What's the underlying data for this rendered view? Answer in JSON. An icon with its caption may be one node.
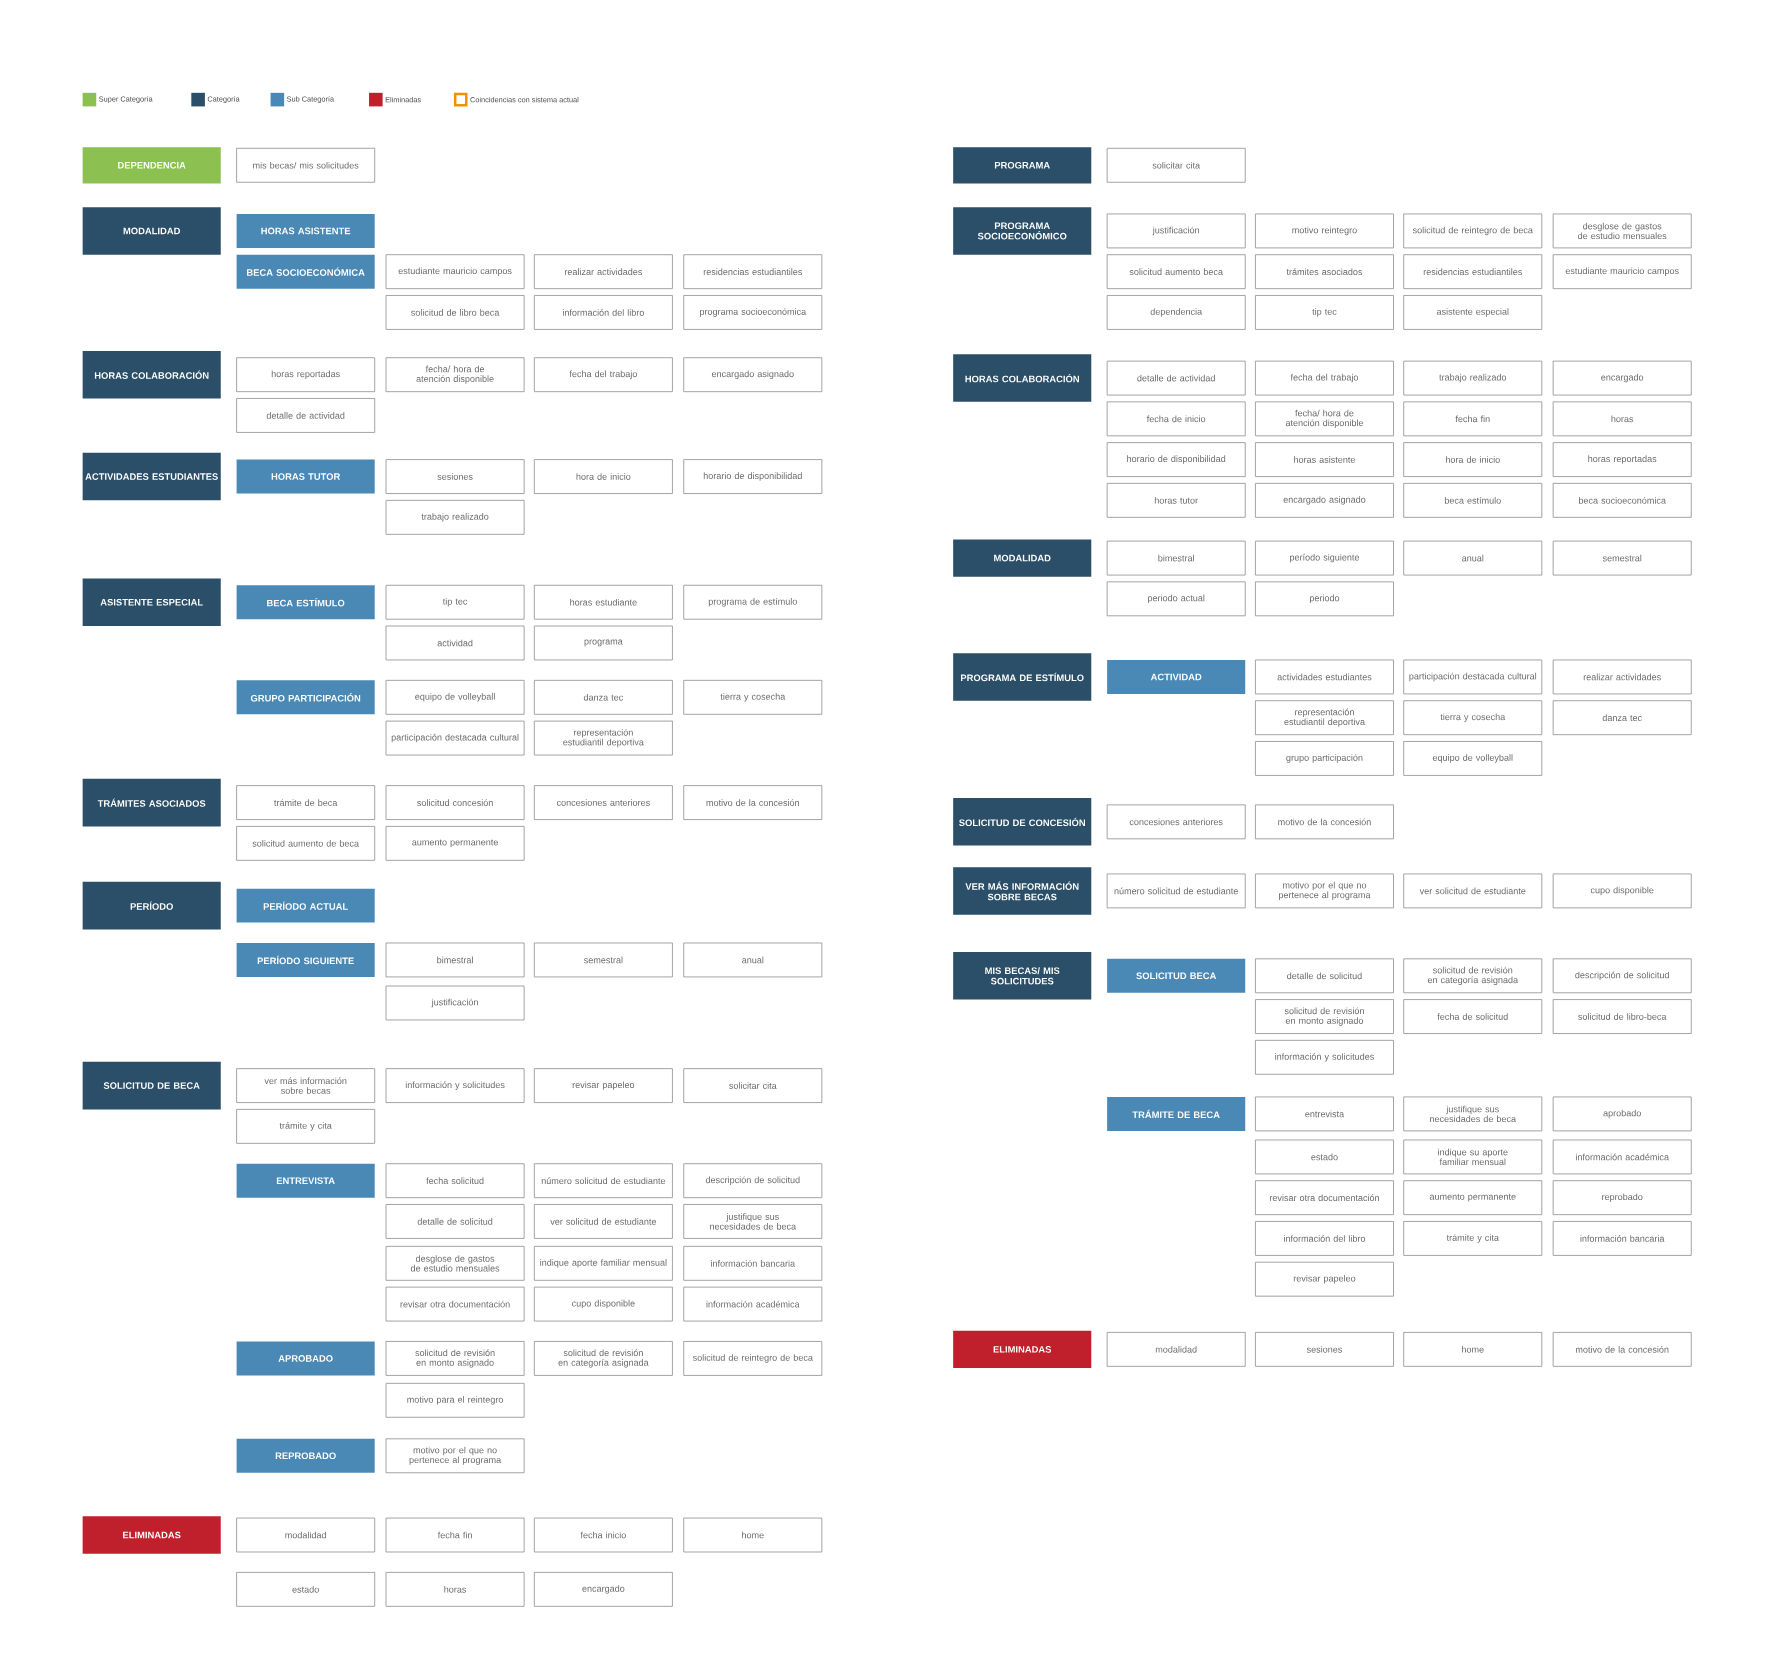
{
  "diagram": {
    "nodes": [
      {
        "text": [
          "DEPENDENCIA"
        ]
      },
      {
        "text": [
          "mis becas/ mis solicitudes"
        ]
      },
      {
        "text": [
          "MODALIDAD"
        ]
      },
      {
        "text": [
          "HORAS ASISTENTE"
        ]
      },
      {
        "text": [
          "BECA SOCIOECONÓMICA"
        ]
      },
      {
        "text": [
          "estudiante mauricio campos"
        ]
      },
      {
        "text": [
          "realizar actividades"
        ]
      },
      {
        "text": [
          "residencias estudiantiles"
        ]
      },
      {
        "text": [
          "solicitud de libro beca"
        ]
      },
      {
        "text": [
          "información del libro"
        ]
      },
      {
        "text": [
          "programa socioeconómica"
        ]
      },
      {
        "text": [
          "HORAS COLABORACIÓN"
        ]
      },
      {
        "text": [
          "horas reportadas"
        ]
      },
      {
        "text": [
          "fecha/ hora de atención disponible"
        ]
      },
      {
        "text": [
          "fecha del trabajo"
        ]
      },
      {
        "text": [
          "encargado asignado"
        ]
      },
      {
        "text": [
          "detalle de actividad"
        ]
      },
      {
        "text": [
          "ACTIVIDADES ESTUDIANTES"
        ]
      },
      {
        "text": [
          "HORAS TUTOR"
        ]
      },
      {
        "text": [
          "sesiones"
        ]
      },
      {
        "text": [
          "hora de inicio"
        ]
      },
      {
        "text": [
          "horario de disponibilidad"
        ]
      },
      {
        "text": [
          "trabajo realizado"
        ]
      },
      {
        "text": [
          "ASISTENTE ESPECIAL"
        ]
      },
      {
        "text": [
          "BECA ESTÍMULO"
        ]
      },
      {
        "text": [
          "tip tec"
        ]
      },
      {
        "text": [
          "horas estudiante"
        ]
      },
      {
        "text": [
          "programa de estímulo"
        ]
      },
      {
        "text": [
          "actividad"
        ]
      },
      {
        "text": [
          "programa"
        ]
      },
      {
        "text": [
          "GRUPO PARTICIPACIÓN"
        ]
      },
      {
        "text": [
          "equipo de volleyball"
        ]
      },
      {
        "text": [
          "danza tec"
        ]
      },
      {
        "text": [
          "tierra y cosecha"
        ]
      },
      {
        "text": [
          "participación destacada cultural"
        ]
      },
      {
        "text": [
          "representación estudiantil deportiva"
        ]
      },
      {
        "text": [
          "TRÁMITES ASOCIADOS"
        ]
      },
      {
        "text": [
          "trámite de beca"
        ]
      },
      {
        "text": [
          "solicitud concesión"
        ]
      },
      {
        "text": [
          "concesiones anteriores"
        ]
      },
      {
        "text": [
          "motivo de la concesión"
        ]
      },
      {
        "text": [
          "solicitud aumento de beca"
        ]
      },
      {
        "text": [
          "aumento permanente"
        ]
      },
      {
        "text": [
          "PERÍODO"
        ]
      },
      {
        "text": [
          "PERÍODO ACTUAL"
        ]
      },
      {
        "text": [
          "PERÍODO SIGUIENTE"
        ]
      },
      {
        "text": [
          "bimestral"
        ]
      },
      {
        "text": [
          "semestral"
        ]
      },
      {
        "text": [
          "anual"
        ]
      },
      {
        "text": [
          "justificación"
        ]
      },
      {
        "text": [
          "SOLICITUD DE BECA"
        ]
      },
      {
        "text": [
          "ver más información sobre becas"
        ]
      },
      {
        "text": [
          "información y solicitudes"
        ]
      },
      {
        "text": [
          "revisar papeleo"
        ]
      },
      {
        "text": [
          "solicitar cita"
        ]
      },
      {
        "text": [
          "trámite y cita"
        ]
      },
      {
        "text": [
          "ENTREVISTA"
        ]
      },
      {
        "text": [
          "fecha solicitud"
        ]
      },
      {
        "text": [
          "número solicitud de estudiante"
        ]
      },
      {
        "text": [
          "descripción de solicitud"
        ]
      },
      {
        "text": [
          "detalle de solicitud"
        ]
      },
      {
        "text": [
          "ver solicitud de estudiante"
        ]
      },
      {
        "text": [
          "justifique sus necesidades de beca"
        ]
      },
      {
        "text": [
          "desglose de gastos de estudio mensuales"
        ]
      },
      {
        "text": [
          "indique aporte familiar mensual"
        ]
      },
      {
        "text": [
          "información bancaria"
        ]
      },
      {
        "text": [
          "revisar otra documentación"
        ]
      },
      {
        "text": [
          "cupo disponible"
        ]
      },
      {
        "text": [
          "información académica"
        ]
      },
      {
        "text": [
          "APROBADO"
        ]
      },
      {
        "text": [
          "solicitud de revisión en monto asignado"
        ]
      },
      {
        "text": [
          "solicitud de revisión en categoría asignada"
        ]
      },
      {
        "text": [
          "solicitud de reintegro de beca"
        ]
      },
      {
        "text": [
          "motivo para el reintegro"
        ]
      },
      {
        "text": [
          "REPROBADO"
        ]
      },
      {
        "text": [
          "motivo por el que no pertenece al programa"
        ]
      },
      {
        "text": [
          "ELIMINADAS"
        ]
      },
      {
        "text": [
          "modalidad"
        ]
      },
      {
        "text": [
          "fecha fin"
        ]
      },
      {
        "text": [
          "fecha inicio"
        ]
      },
      {
        "text": [
          "home"
        ]
      },
      {
        "text": [
          "estado"
        ]
      },
      {
        "text": [
          "horas"
        ]
      },
      {
        "text": [
          "encargado"
        ]
      },
      {
        "text": [
          "PROGRAMA"
        ]
      },
      {
        "text": [
          "solicitar cita"
        ]
      },
      {
        "text": [
          "PROGRAMA SOCIOECONÓMICO"
        ]
      },
      {
        "text": [
          "justificación"
        ]
      },
      {
        "text": [
          "motivo reintegro"
        ]
      },
      {
        "text": [
          "solicitud de reintegro de beca"
        ]
      },
      {
        "text": [
          "desglose de gastos de estudio mensuales"
        ]
      },
      {
        "text": [
          "solicitud aumento beca"
        ]
      },
      {
        "text": [
          "trámites asociados"
        ]
      },
      {
        "text": [
          "residencias estudiantiles"
        ]
      },
      {
        "text": [
          "estudiante mauricio campos"
        ]
      },
      {
        "text": [
          "dependencia"
        ]
      },
      {
        "text": [
          "tip tec"
        ]
      },
      {
        "text": [
          "asistente especial"
        ]
      },
      {
        "text": [
          "HORAS COLABORACIÓN"
        ]
      },
      {
        "text": [
          "detalle de actividad"
        ]
      },
      {
        "text": [
          "fecha del trabajo"
        ]
      },
      {
        "text": [
          "trabajo realizado"
        ]
      },
      {
        "text": [
          "encargado"
        ]
      },
      {
        "text": [
          "fecha de inicio"
        ]
      },
      {
        "text": [
          "fecha/ hora de atención disponible"
        ]
      },
      {
        "text": [
          "fecha fin"
        ]
      },
      {
        "text": [
          "horas"
        ]
      },
      {
        "text": [
          "horario de disponibilidad"
        ]
      },
      {
        "text": [
          "horas asistente"
        ]
      },
      {
        "text": [
          "hora de inicio"
        ]
      },
      {
        "text": [
          "horas reportadas"
        ]
      },
      {
        "text": [
          "horas tutor"
        ]
      },
      {
        "text": [
          "encargado asignado"
        ]
      },
      {
        "text": [
          "beca estímulo"
        ]
      },
      {
        "text": [
          "beca socioeconómica"
        ]
      },
      {
        "text": [
          "MODALIDAD"
        ]
      },
      {
        "text": [
          "bimestral"
        ]
      },
      {
        "text": [
          "período siguiente"
        ]
      },
      {
        "text": [
          "anual"
        ]
      },
      {
        "text": [
          "semestral"
        ]
      },
      {
        "text": [
          "periodo actual"
        ]
      },
      {
        "text": [
          "periodo"
        ]
      },
      {
        "text": [
          "PROGRAMA DE ESTÍMULO"
        ]
      },
      {
        "text": [
          "ACTIVIDAD"
        ]
      },
      {
        "text": [
          "actividades estudiantes"
        ]
      },
      {
        "text": [
          "participación destacada cultural"
        ]
      },
      {
        "text": [
          "realizar actividades"
        ]
      },
      {
        "text": [
          "representación estudiantil deportiva"
        ]
      },
      {
        "text": [
          "tierra y cosecha"
        ]
      },
      {
        "text": [
          "danza tec"
        ]
      },
      {
        "text": [
          "grupo participación"
        ]
      },
      {
        "text": [
          "equipo de volleyball"
        ]
      },
      {
        "text": [
          "SOLICITUD DE CONCESIÓN"
        ]
      },
      {
        "text": [
          "concesiones anteriores"
        ]
      },
      {
        "text": [
          "motivo de la concesión"
        ]
      },
      {
        "text": [
          "VER MÁS INFORMACIÓN SOBRE BECAS"
        ]
      },
      {
        "text": [
          "número solicitud de estudiante"
        ]
      },
      {
        "text": [
          "motivo por el que no pertenece al programa"
        ]
      },
      {
        "text": [
          "ver solicitud de estudiante"
        ]
      },
      {
        "text": [
          "cupo disponible"
        ]
      },
      {
        "text": [
          "MIS BECAS/ MIS SOLICITUDES"
        ]
      },
      {
        "text": [
          "SOLICITUD BECA"
        ]
      },
      {
        "text": [
          "detalle de solicitud"
        ]
      },
      {
        "text": [
          "solicitud de revisión en categoría asignada"
        ]
      },
      {
        "text": [
          "descripción de solicitud"
        ]
      },
      {
        "text": [
          "solicitud de revisión en monto asignado"
        ]
      },
      {
        "text": [
          "fecha de solicitud"
        ]
      },
      {
        "text": [
          "solicitud de libro-beca"
        ]
      },
      {
        "text": [
          "información y solicitudes"
        ]
      },
      {
        "text": [
          "TRÁMITE DE BECA"
        ]
      },
      {
        "text": [
          "entrevista"
        ]
      },
      {
        "text": [
          "justifique sus necesidades de beca"
        ]
      },
      {
        "text": [
          "aprobado"
        ]
      },
      {
        "text": [
          "estado"
        ]
      },
      {
        "text": [
          "indique su aporte familiar mensual"
        ]
      },
      {
        "text": [
          "información académica"
        ]
      },
      {
        "text": [
          "revisar otra documentación"
        ]
      },
      {
        "text": [
          "aumento permanente"
        ]
      },
      {
        "text": [
          "reprobado"
        ]
      },
      {
        "text": [
          "información del libro"
        ]
      },
      {
        "text": [
          "trámite y cita"
        ]
      },
      {
        "text": [
          "información bancaria"
        ]
      },
      {
        "text": [
          "revisar papeleo"
        ]
      },
      {
        "text": [
          "ELIMINADAS"
        ]
      },
      {
        "text": [
          "modalidad"
        ]
      },
      {
        "text": [
          "sesiones"
        ]
      },
      {
        "text": [
          "home"
        ]
      },
      {
        "text": [
          "motivo de la concesión"
        ]
      }
    ],
    "legend": [
      {
        "text": "Super Categoría",
        "color": "#8cc152"
      },
      {
        "text": "Categoría",
        "color": "#2b4f68"
      },
      {
        "text": "Sub Categoría",
        "color": "#4a89b6"
      },
      {
        "text": "Eliminadas",
        "color": "#c0202b"
      },
      {
        "text": "Coincidencias con sistema actual"
      }
    ]
  }
}
